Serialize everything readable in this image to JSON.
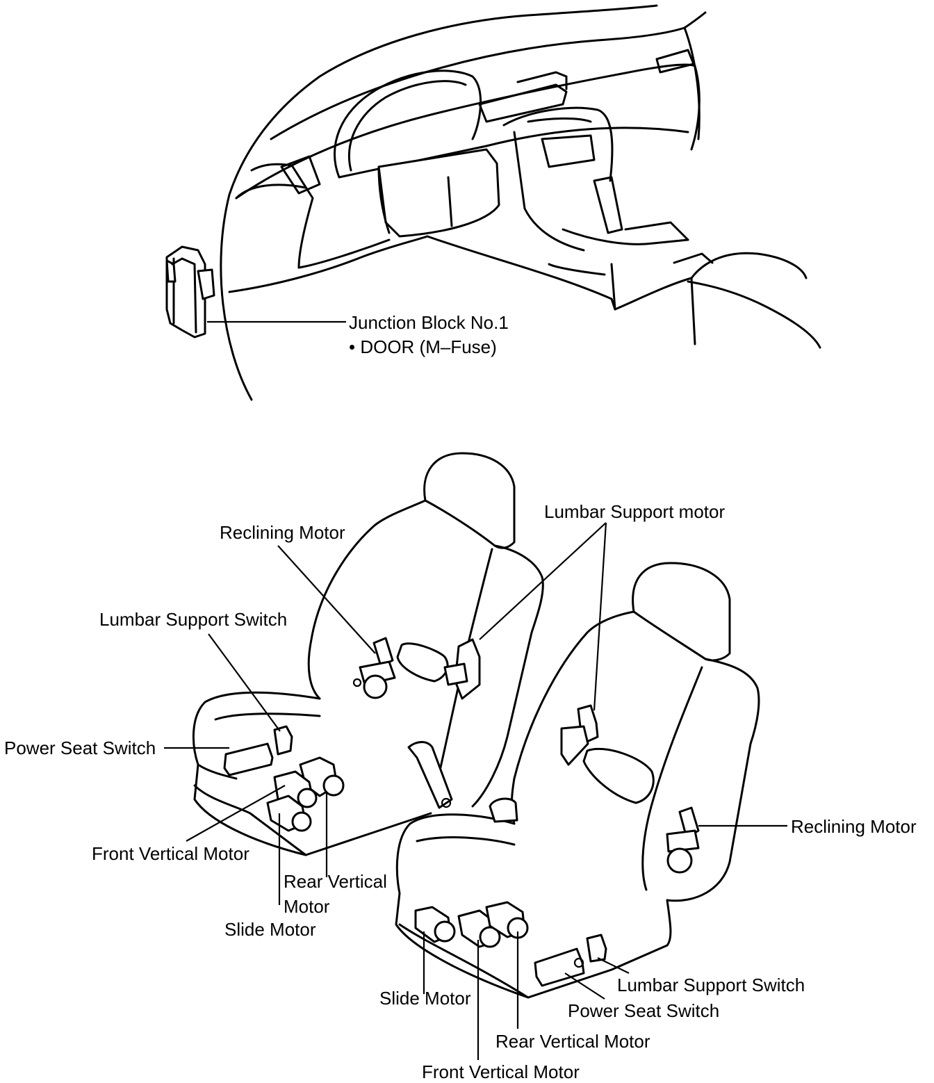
{
  "colors": {
    "line": "#000000",
    "background": "#ffffff"
  },
  "dashboard": {
    "junction_block_label": "Junction Block No.1",
    "junction_block_sub": "• DOOR (M–Fuse)"
  },
  "left_seat": {
    "reclining_motor": "Reclining Motor",
    "lumbar_support_switch": "Lumbar Support Switch",
    "power_seat_switch": "Power Seat Switch",
    "front_vertical_motor": "Front Vertical Motor",
    "rear_vertical_motor_line1": "Rear Vertical",
    "rear_vertical_motor_line2": "Motor",
    "slide_motor": "Slide Motor"
  },
  "shared": {
    "lumbar_support_motor": "Lumbar Support motor"
  },
  "right_seat": {
    "reclining_motor": "Reclining Motor",
    "slide_motor": "Slide Motor",
    "lumbar_support_switch": "Lumbar Support Switch",
    "power_seat_switch": "Power Seat Switch",
    "rear_vertical_motor": "Rear Vertical Motor",
    "front_vertical_motor": "Front Vertical Motor"
  }
}
